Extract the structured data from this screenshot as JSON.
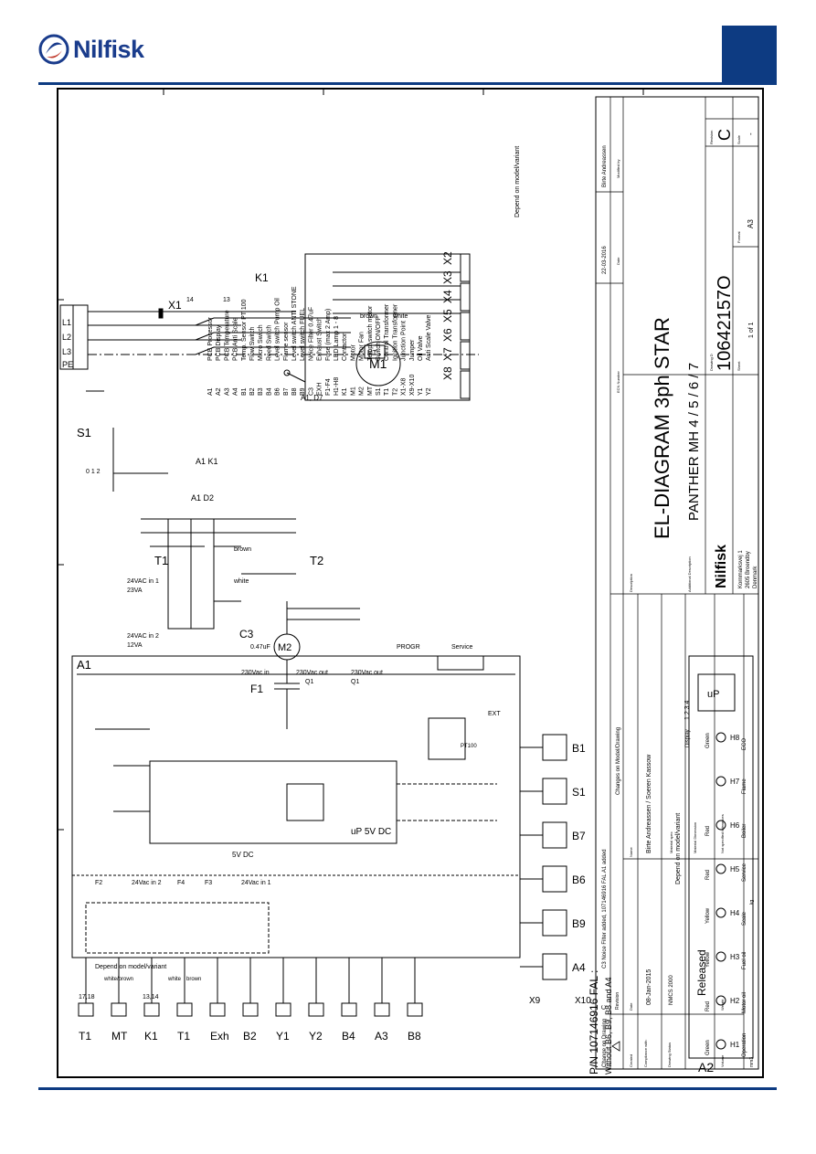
{
  "header": {
    "brand": "Nilfisk",
    "accent_color": "#0d3b82",
    "logo_icon": "nilfisk-logo-icon"
  },
  "legend": [
    {
      "code": "A1",
      "text": "PCB Processor"
    },
    {
      "code": "A2",
      "text": "PCB Display"
    },
    {
      "code": "A3",
      "text": "PCB Temperature"
    },
    {
      "code": "A4",
      "text": "PCB Anti Scale"
    },
    {
      "code": "B1",
      "text": "Temp. Sensor PT 100"
    },
    {
      "code": "B2",
      "text": "Flow Switch"
    },
    {
      "code": "B3",
      "text": "Micro Switch"
    },
    {
      "code": "B4",
      "text": "Reed Switch"
    },
    {
      "code": "B6",
      "text": "Level switch Pump Oil"
    },
    {
      "code": "B7",
      "text": "Flame sensor"
    },
    {
      "code": "B8",
      "text": "Level switch ANTI STONE"
    },
    {
      "code": "B9",
      "text": "Level switch FUEL"
    },
    {
      "code": "C3",
      "text": "Noice Filter 0.47uF"
    },
    {
      "code": "EXH",
      "text": "Exhaust Switch"
    },
    {
      "code": "F1-F4",
      "text": "Fuse (max 2 Amp)"
    },
    {
      "code": "H1-H8",
      "text": "LED Lamp 1 - 8"
    },
    {
      "code": "K1",
      "text": "Contactor"
    },
    {
      "code": "M1",
      "text": "Motor"
    },
    {
      "code": "M2",
      "text": "Motor Fan"
    },
    {
      "code": "MT",
      "text": "Temp. switch motor"
    },
    {
      "code": "S1",
      "text": "Switch ON/OFF"
    },
    {
      "code": "T1",
      "text": "Control Transformer"
    },
    {
      "code": "T2",
      "text": "Ignition Transformer"
    },
    {
      "code": "X1-X8",
      "text": "Junction Point"
    },
    {
      "code": "X9-X10",
      "text": "Jumper"
    },
    {
      "code": "Y1",
      "text": "Oil Valve"
    },
    {
      "code": "Y2",
      "text": "Anti Scale Valve"
    }
  ],
  "legend_note": "Depend on model/variant",
  "title_block": {
    "date1": "22-03-2016",
    "name1": "Birte Andreassen",
    "modified_by": "Modified by",
    "date_lbl": "Date",
    "eco_lbl": "ECN Number",
    "desc_lbl": "Description",
    "title": "EL-DIAGRAM 3ph STAR",
    "subtitle": "PANTHER MH 4 / 5 / 6 / 7",
    "additional_desc": "Additional Description",
    "drawing_no_lbl": "Drawing D",
    "drawing_no": "10642157O",
    "revision_lbl": "Revision",
    "revision": "C",
    "format_lbl": "Format",
    "format": "A3",
    "scale_lbl": "Scale",
    "scale": "-",
    "sheet_lbl": "Sheet",
    "sheet": "1 of 1",
    "company": "Nilfisk",
    "address1": "Kornmarksvej 1",
    "address2": "2605 Broendby",
    "address3": "Denmark",
    "change_rev": "C",
    "change_text": "C3 Noice Filter added, 107146916 FAL A1 added",
    "change_caption": "Changes on Model/Drawing",
    "change_on_drawing": "Change on Drawing",
    "revision_col": "Revision",
    "created_lbl": "Created",
    "created_date": "08-Jan-2015",
    "created_name": "Birte Andreassen / Soeren Kassow",
    "compliance_lbl": "Compliance with:",
    "compliance": "NMCS 2000",
    "drawing_status_lbl": "Drawing Status",
    "material_spec_lbl": "Material spec",
    "material_dim_lbl": "Material Dimension",
    "status": "Released",
    "volume_lbl": "Volume",
    "volume_unit": "mm3",
    "weight_lbl": "Weight",
    "weight_unit": "kg",
    "tolerances": "Not specified tolerances",
    "name_lbl": "Name"
  },
  "mains": {
    "l1": "L1",
    "l2": "L2",
    "l3": "L3",
    "pe": "PE",
    "x1": "X1",
    "k1": "K1",
    "terminals": [
      "X2",
      "X3",
      "X4",
      "X5",
      "X6",
      "X7",
      "X8"
    ],
    "brown": "brown",
    "white": "white",
    "m1": "M1",
    "mt": "MT",
    "a1d7": "A1, D7",
    "t14": "14",
    "t13": "13"
  },
  "left_section": {
    "s1": "S1",
    "s1_pos": "0 1 2",
    "t1": "T1",
    "t1_in1": "24VAC in 1",
    "t1_in1_va": "23VA",
    "t1_in2": "24VAC in 2",
    "t1_in2_va": "12VA",
    "a1_d2": "A1 D2",
    "a1_k1": "A1 K1",
    "c3": "C3",
    "c3_val": "0.47uF",
    "m2": "M2",
    "t2": "T2",
    "brown": "brown",
    "white": "white"
  },
  "board": {
    "a1": "A1",
    "f1": "F1",
    "f2": "F2",
    "f3": "F3",
    "f4": "F4",
    "vin": "230Vac in",
    "vout1": "230Vac out",
    "vout2": "230Vac out",
    "q1": "Q1",
    "q1b": "Q1",
    "progr": "PROGR",
    "service": "Service",
    "ext": "EXT",
    "up": "uP 5V DC",
    "dc": "5V DC",
    "ac1": "24Vac in 1",
    "ac2": "24Vac in 2",
    "depend": "Depend on model/variant"
  },
  "components_bottom": [
    "T1",
    "MT",
    "K1",
    "T1",
    "Exh",
    "B2",
    "Y1",
    "Y2",
    "B4",
    "A3",
    "B8"
  ],
  "component_sub": {
    "t1a": "17,18",
    "t1b": "13,14",
    "mt": "white/brown",
    "exh": "white",
    "exh2": "brown"
  },
  "sensors_right": [
    "B1",
    "S1",
    "B7",
    "B6",
    "B9",
    "A4"
  ],
  "sensor_tags": {
    "b1": "PT100",
    "x9": "X9",
    "x10": "X10"
  },
  "display": {
    "a2": "A2",
    "up": "uP",
    "depend": "Depend on model/variant",
    "display_lbl": "Display",
    "leds": [
      {
        "id": "H1",
        "color": "Green",
        "label": "Operation"
      },
      {
        "id": "H2",
        "color": "Red",
        "label": "Motor oil"
      },
      {
        "id": "H3",
        "color": "Yellow",
        "label": "Fuel oil"
      },
      {
        "id": "H4",
        "color": "Yellow",
        "label": "Scale"
      },
      {
        "id": "H5",
        "color": "Red",
        "label": "Service"
      },
      {
        "id": "H6",
        "color": "Red",
        "label": "Boiler"
      },
      {
        "id": "H7",
        "color": "",
        "label": "Flame"
      },
      {
        "id": "H8",
        "color": "Green",
        "label": "ECO"
      }
    ],
    "digits": "1 2 3 4"
  },
  "footnote": {
    "pn": "P/N 107146916 FAL :",
    "without": "Without B6, B9, B8 and A4"
  }
}
